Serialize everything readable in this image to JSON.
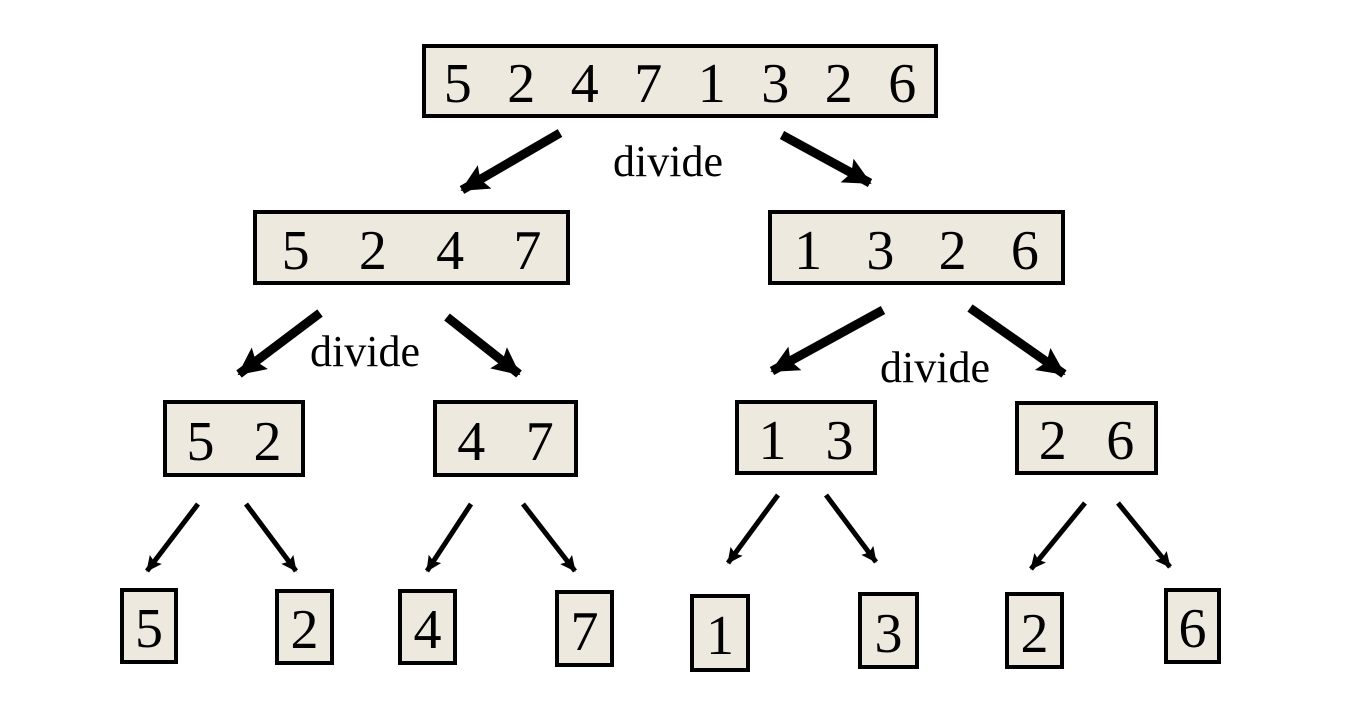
{
  "colors": {
    "background": "#ffffff",
    "box_fill": "#EDE9DF",
    "box_border": "#000000",
    "arrow": "#000000",
    "text": "#000000"
  },
  "tree": {
    "divide_labels": [
      "divide",
      "divide",
      "divide"
    ],
    "levels": [
      {
        "nodes": [
          {
            "values": [
              5,
              2,
              4,
              7,
              1,
              3,
              2,
              6
            ]
          }
        ]
      },
      {
        "nodes": [
          {
            "values": [
              5,
              2,
              4,
              7
            ]
          },
          {
            "values": [
              1,
              3,
              2,
              6
            ]
          }
        ]
      },
      {
        "nodes": [
          {
            "values": [
              5,
              2
            ]
          },
          {
            "values": [
              4,
              7
            ]
          },
          {
            "values": [
              1,
              3
            ]
          },
          {
            "values": [
              2,
              6
            ]
          }
        ]
      },
      {
        "nodes": [
          {
            "values": [
              5
            ]
          },
          {
            "values": [
              2
            ]
          },
          {
            "values": [
              4
            ]
          },
          {
            "values": [
              7
            ]
          },
          {
            "values": [
              1
            ]
          },
          {
            "values": [
              3
            ]
          },
          {
            "values": [
              2
            ]
          },
          {
            "values": [
              6
            ]
          }
        ]
      }
    ]
  }
}
